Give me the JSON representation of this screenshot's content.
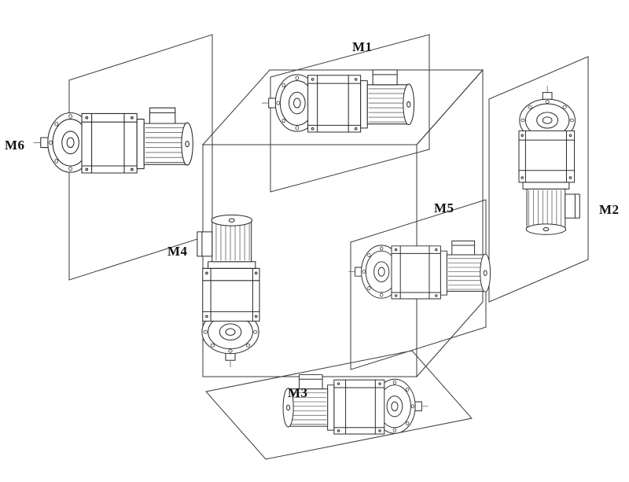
{
  "colors": {
    "background": "#ffffff",
    "line": "#2b2b2b",
    "plane_line": "#3a3a3a",
    "label_text": "#111111"
  },
  "figure": {
    "labels": {
      "m1": "M1",
      "m2": "M2",
      "m3": "M3",
      "m4": "M4",
      "m5": "M5",
      "m6": "M6"
    }
  }
}
